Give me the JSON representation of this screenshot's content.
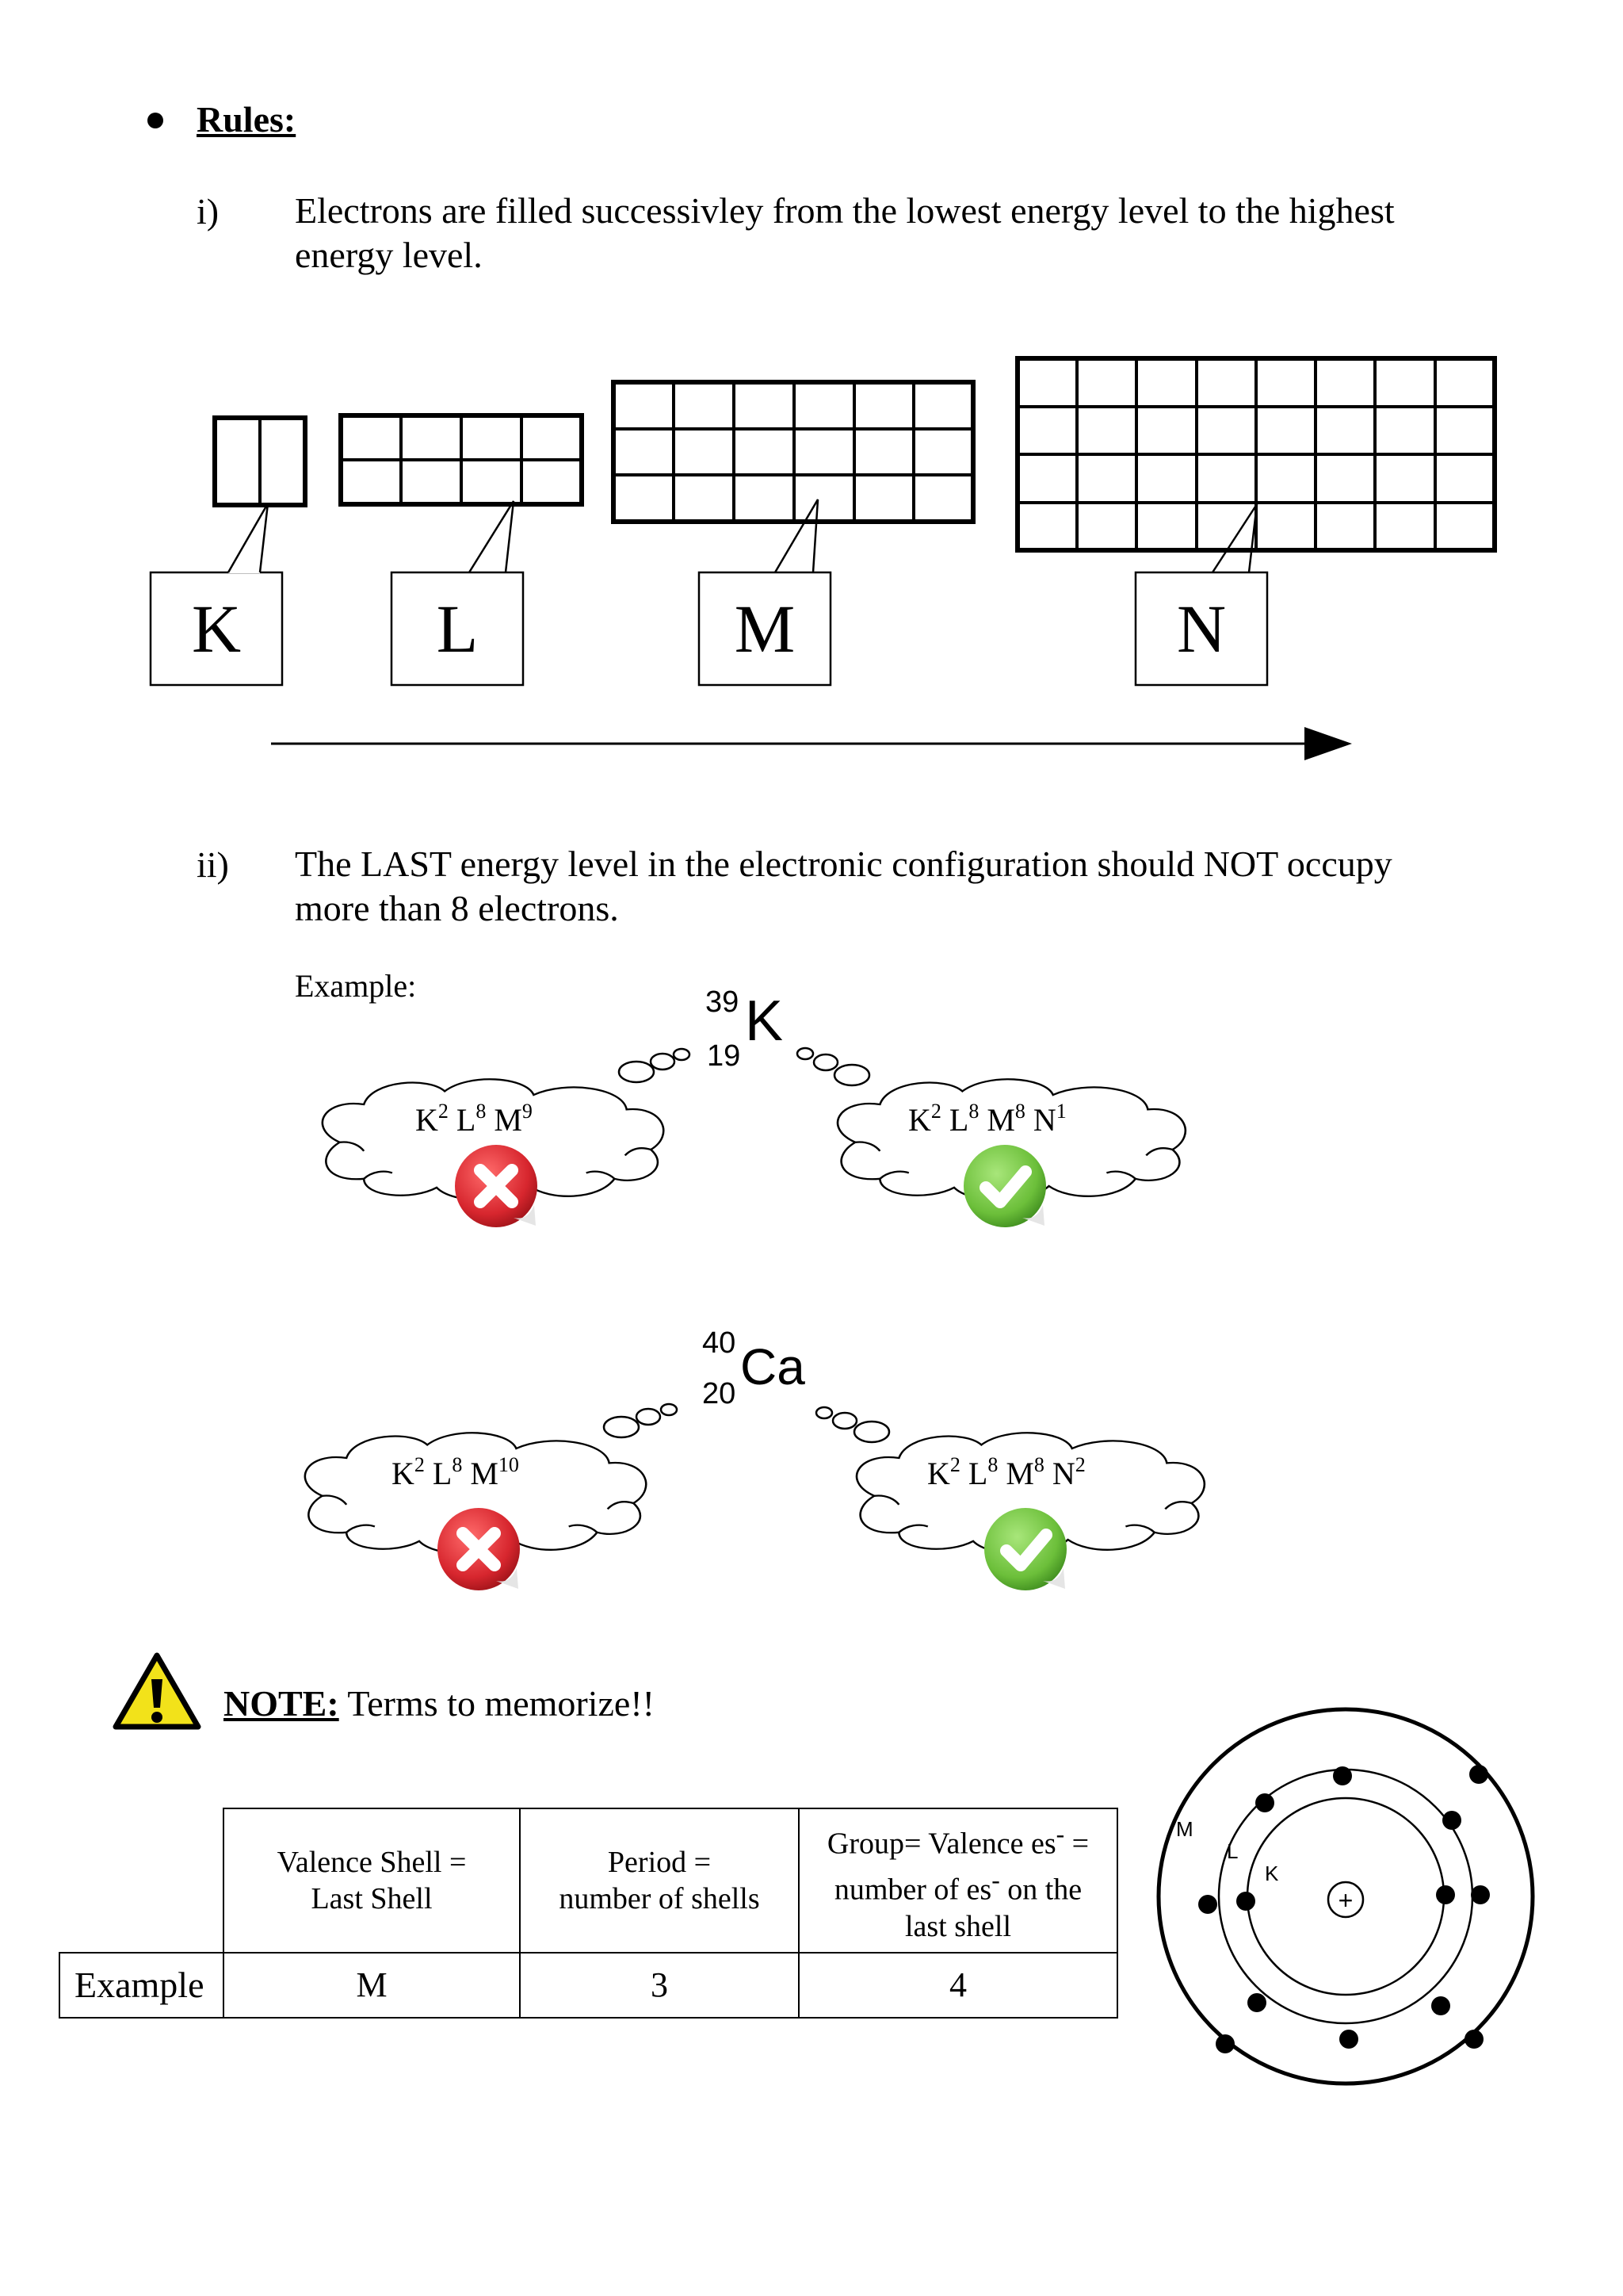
{
  "rules_title": "Rules:",
  "rule1": {
    "num": "i)",
    "line1": "Electrons are filled  successivley  from the lowest energy level to the highest",
    "line2": "energy level."
  },
  "shells": [
    "K",
    "L",
    "M",
    "N"
  ],
  "rule2": {
    "num": "ii)",
    "line1": "The LAST energy level in the electronic configuration should NOT occupy",
    "line2": "more than 8 electrons."
  },
  "example_label": "Example:",
  "examples": [
    {
      "element": {
        "mass": "39",
        "atomic": "19",
        "symbol": "K"
      },
      "wrong": [
        {
          "s": "K",
          "n": "2"
        },
        {
          "s": "L",
          "n": "8"
        },
        {
          "s": "M",
          "n": "9"
        }
      ],
      "right": [
        {
          "s": "K",
          "n": "2"
        },
        {
          "s": "L",
          "n": "8"
        },
        {
          "s": "M",
          "n": "8"
        },
        {
          "s": "N",
          "n": "1"
        }
      ]
    },
    {
      "element": {
        "mass": "40",
        "atomic": "20",
        "symbol": "Ca"
      },
      "wrong": [
        {
          "s": "K",
          "n": "2"
        },
        {
          "s": "L",
          "n": "8"
        },
        {
          "s": "M",
          "n": "10"
        }
      ],
      "right": [
        {
          "s": "K",
          "n": "2"
        },
        {
          "s": "L",
          "n": "8"
        },
        {
          "s": "M",
          "n": "8"
        },
        {
          "s": "N",
          "n": "2"
        }
      ]
    }
  ],
  "note": {
    "label": "NOTE:",
    "text": " Terms to memorize!!"
  },
  "table": {
    "h1_l1": "Valence Shell =",
    "h1_l2": "Last Shell",
    "h2_l1": "Period =",
    "h2_l2": "number of shells",
    "h3_l1a": "Group= Valence es",
    "h3_l1sup": "-",
    "h3_l1b": " =",
    "h3_l2a": "number of es",
    "h3_l2sup": "-",
    "h3_l2b": " on the",
    "h3_l3": "last shell",
    "row_label": "Example",
    "v1": "M",
    "v2": "3",
    "v3": "4"
  },
  "atom": {
    "labels": [
      "M",
      "L",
      "K"
    ],
    "nucleus": "+"
  },
  "colors": {
    "wrong_badge": "#d7262e",
    "right_badge": "#6cbf3a",
    "warning": "#f2e21a"
  }
}
